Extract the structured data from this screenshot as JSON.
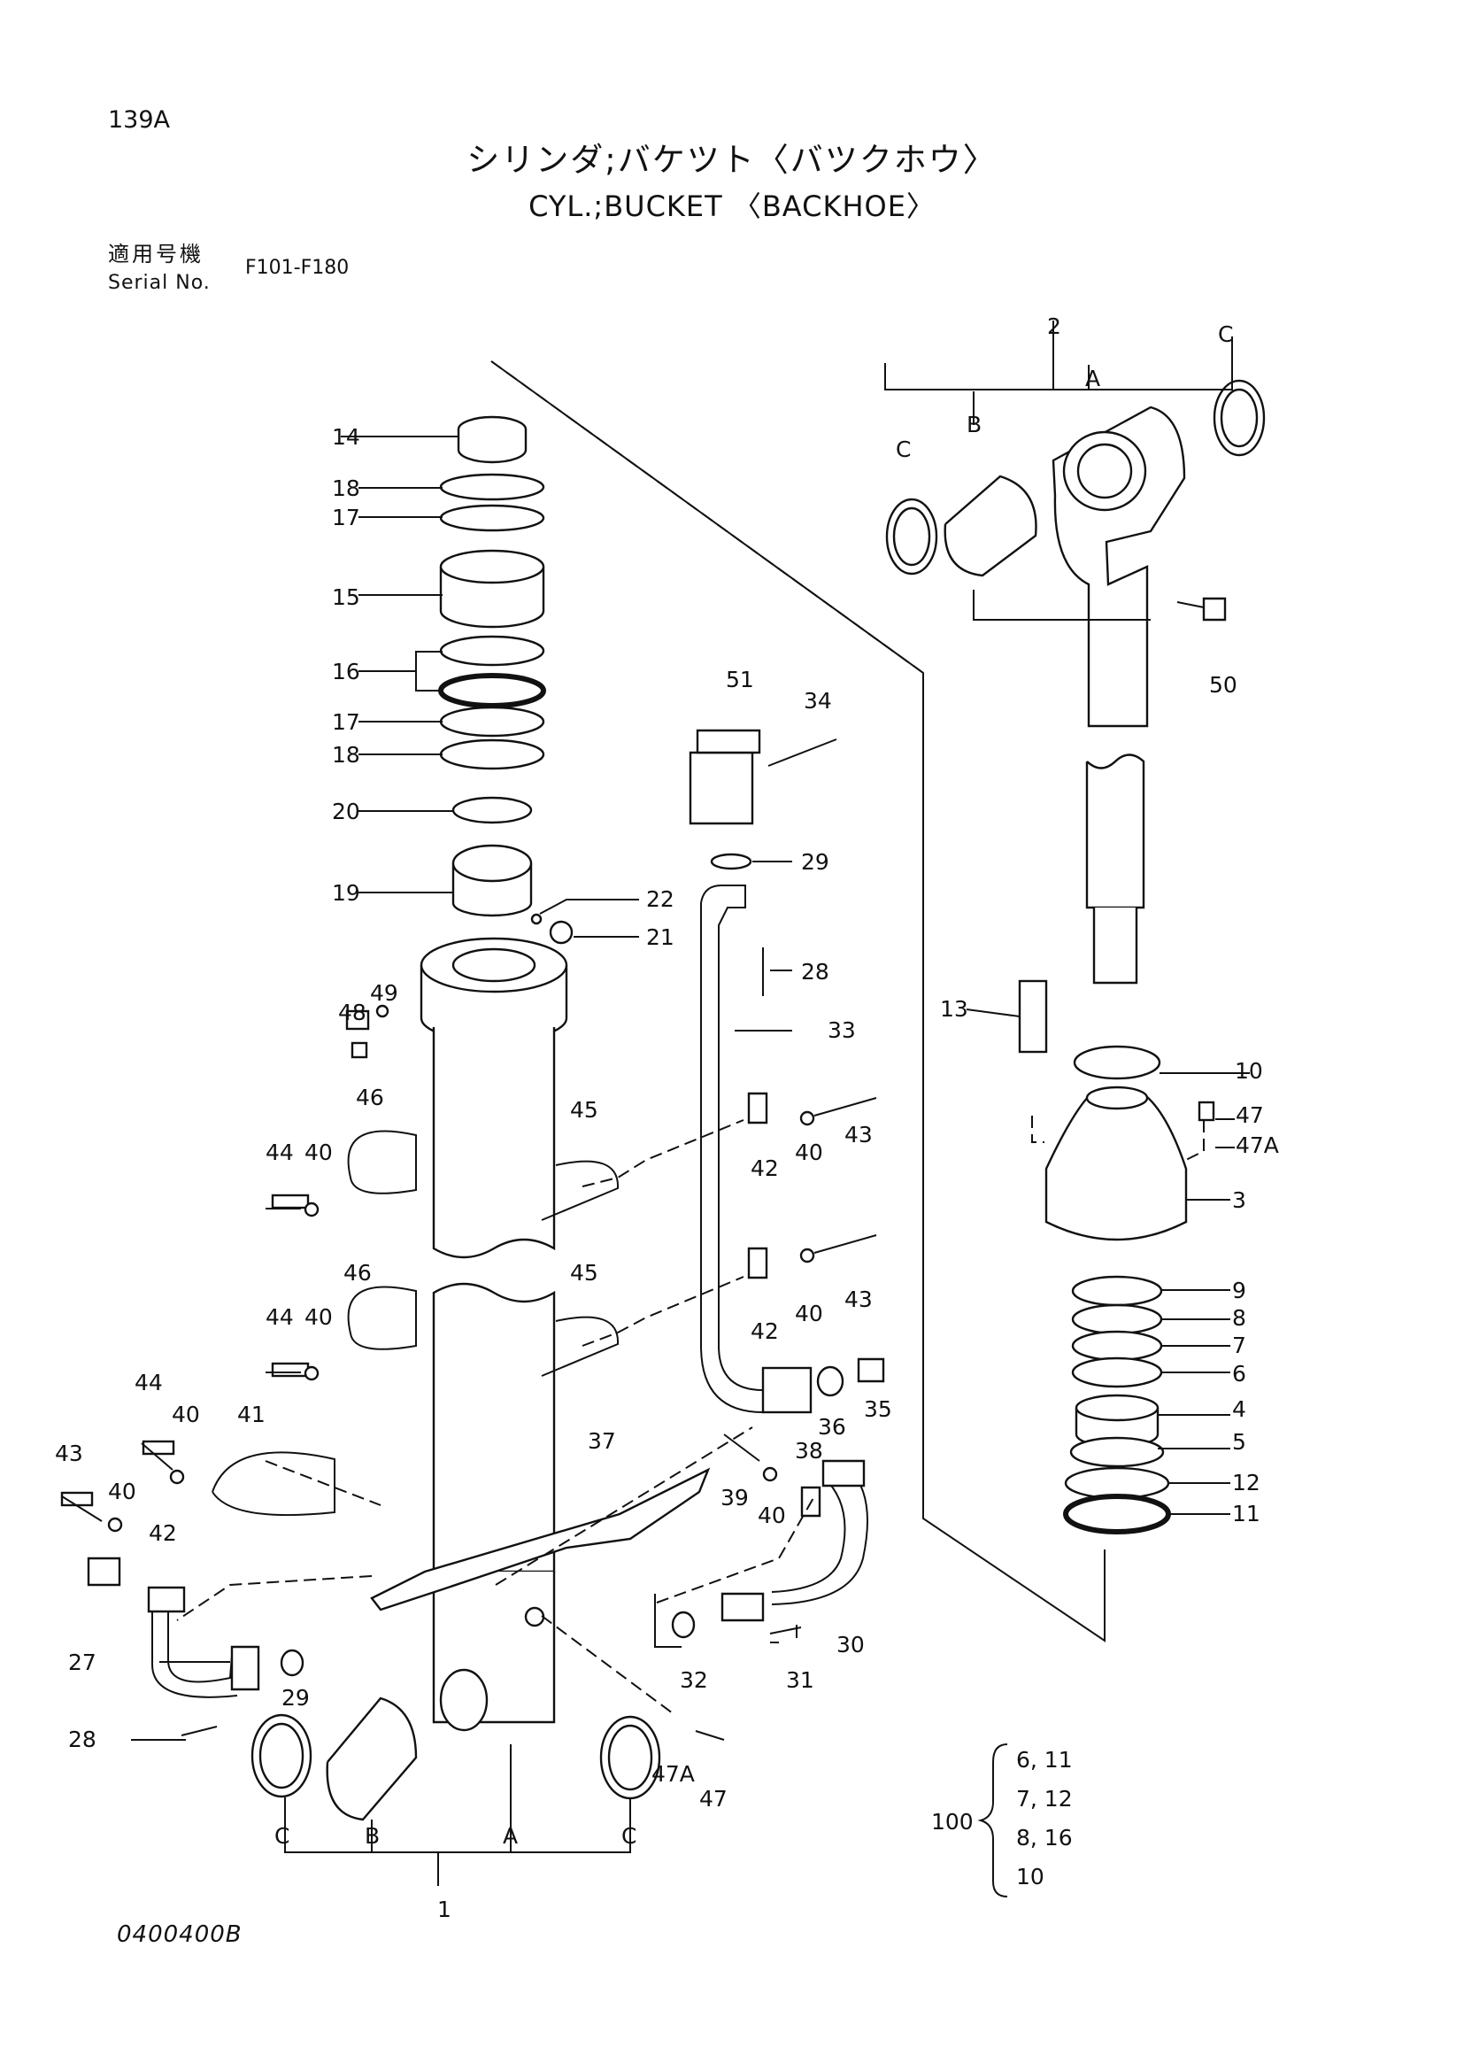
{
  "header": {
    "page_number": "139A",
    "title_jp": "シリンダ;バケツト〈バツクホウ〉",
    "title_en": "CYL.;BUCKET 〈BACKHOE〉",
    "serial_label_jp": "適用号機",
    "serial_label_en": "Serial No.",
    "serial_range": "F101-F180"
  },
  "callouts": [
    "1",
    "2",
    "3",
    "4",
    "5",
    "6",
    "7",
    "8",
    "9",
    "10",
    "11",
    "12",
    "13",
    "14",
    "15",
    "16",
    "17",
    "18",
    "19",
    "20",
    "21",
    "22",
    "27",
    "28",
    "29",
    "30",
    "31",
    "32",
    "33",
    "34",
    "35",
    "36",
    "37",
    "38",
    "39",
    "40",
    "41",
    "42",
    "43",
    "44",
    "45",
    "46",
    "47",
    "47A",
    "48",
    "49",
    "50",
    "51",
    "A",
    "B",
    "C"
  ],
  "kit": {
    "number": "100",
    "lines": [
      "6, 11",
      "7, 12",
      "8, 16",
      "10"
    ]
  },
  "footer": {
    "drawing_number": "0400400B"
  }
}
